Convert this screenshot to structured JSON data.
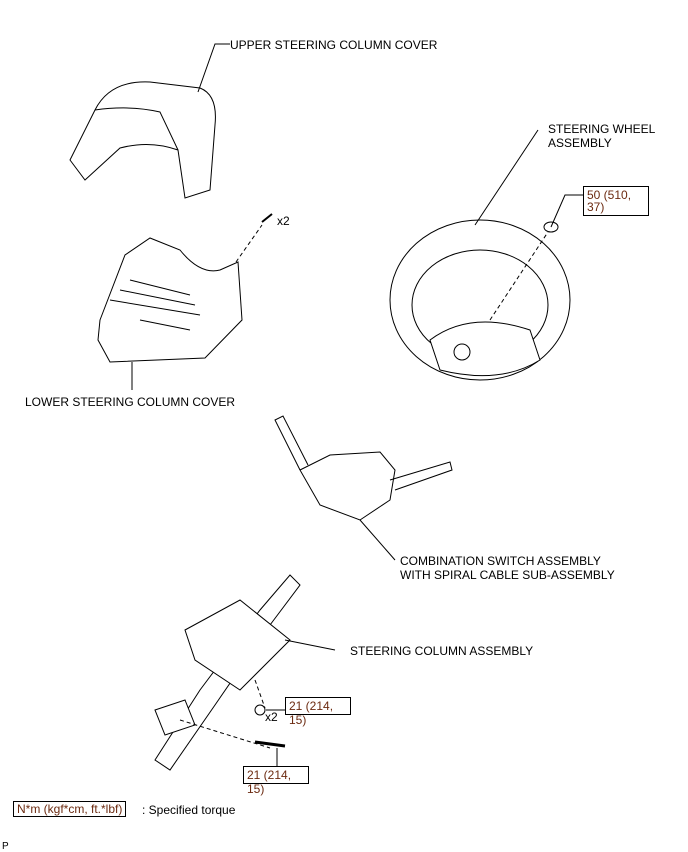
{
  "labels": {
    "upper_cover": "UPPER STEERING COLUMN COVER",
    "wheel_line1": "STEERING WHEEL",
    "wheel_line2": "ASSEMBLY",
    "lower_cover": "LOWER STEERING COLUMN COVER",
    "combo_line1": "COMBINATION SWITCH ASSEMBLY",
    "combo_line2": "WITH SPIRAL CABLE SUB-ASSEMBLY",
    "column": "STEERING COLUMN ASSEMBLY",
    "qty_screw": "x2",
    "qty_nut": "x2"
  },
  "torques": {
    "wheel_nut": {
      "l1": "50 (510,",
      "l2": "37)"
    },
    "column_nut": {
      "l1": "21 (214,",
      "l2": "15)"
    },
    "column_bolt": {
      "l1": "21 (214,",
      "l2": "15)"
    }
  },
  "legend": {
    "box": "N*m (kgf*cm, ft.*lbf)",
    "text": ": Specified torque"
  },
  "footer": "P",
  "colors": {
    "torque_text": "#6b2a10"
  }
}
